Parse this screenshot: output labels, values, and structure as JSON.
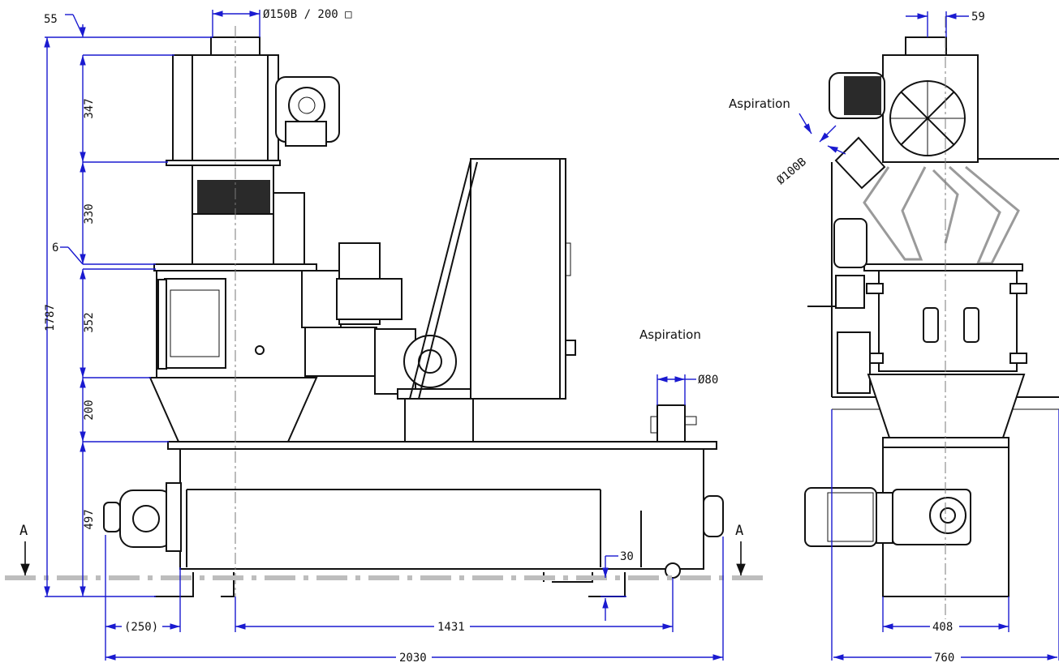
{
  "dimensions": {
    "pipe_top": "Ø150B  /  200 □",
    "height_55": "55",
    "height_347": "347",
    "height_330": "330",
    "height_6": "6",
    "height_352": "352",
    "height_200": "200",
    "height_497": "497",
    "height_total": "1787",
    "aspiration_diameter": "Ø80",
    "offset_30": "30",
    "left_offset": "(250)",
    "center_distance": "1431",
    "total_length": "2030",
    "side_59": "59",
    "side_aspiration_diameter": "Ø100B",
    "side_width_inner": "408",
    "side_width_total": "760"
  },
  "labels": {
    "aspiration_front": "Aspiration",
    "aspiration_side": "Aspiration",
    "section_left": "A",
    "section_right": "A"
  }
}
